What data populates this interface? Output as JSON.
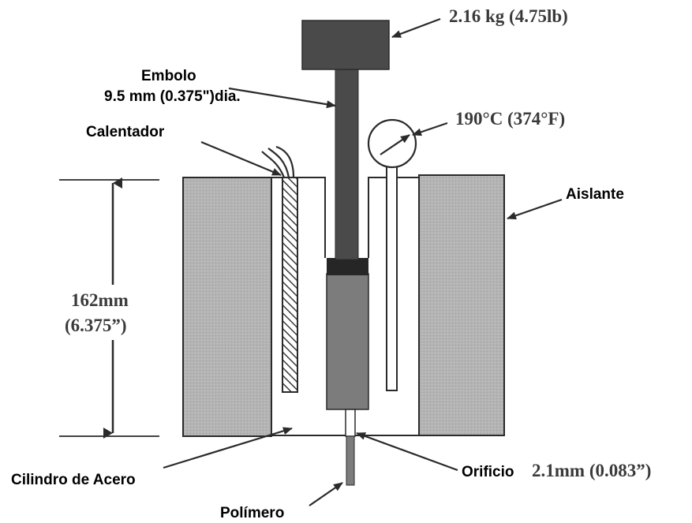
{
  "labels": {
    "weight": "2.16 kg (4.75lb)",
    "piston_title": "Embolo",
    "piston_dia": "9.5 mm (0.375\")dia.",
    "heater": "Calentador",
    "temperature": "190°C (374°F)",
    "insulation": "Aislante",
    "height_mm": "162mm",
    "height_in": "(6.375”)",
    "orifice_name": "Orificio",
    "orifice_size": "2.1mm (0.083”)",
    "barrel": "Cilindro de Acero",
    "polymer": "Polímero"
  },
  "colors": {
    "insulation_fill": "#b4b4b4",
    "piston_fill": "#4a4a4a",
    "piston_tip_fill": "#262626",
    "polymer_fill": "#7c7c7c",
    "line": "#2a2a2a",
    "heater_hatch": "#3a3a3a"
  }
}
